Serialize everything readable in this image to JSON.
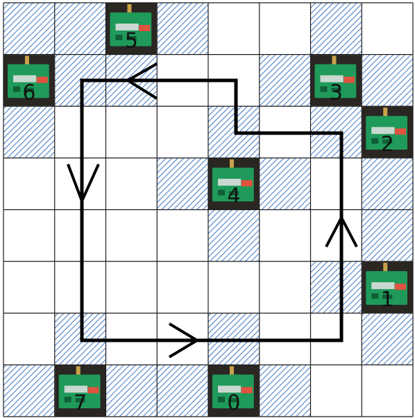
{
  "grid": {
    "rows": 8,
    "cols": 8,
    "hatched_cells": [
      [
        0,
        0
      ],
      [
        0,
        1
      ],
      [
        0,
        3
      ],
      [
        0,
        6
      ],
      [
        1,
        1
      ],
      [
        1,
        2
      ],
      [
        1,
        5
      ],
      [
        1,
        7
      ],
      [
        2,
        0
      ],
      [
        2,
        4
      ],
      [
        2,
        6
      ],
      [
        3,
        3
      ],
      [
        3,
        5
      ],
      [
        3,
        7
      ],
      [
        4,
        4
      ],
      [
        4,
        7
      ],
      [
        5,
        6
      ],
      [
        6,
        1
      ],
      [
        6,
        4
      ],
      [
        6,
        7
      ],
      [
        7,
        0
      ],
      [
        7,
        2
      ],
      [
        7,
        3
      ],
      [
        7,
        5
      ]
    ]
  },
  "nodes": [
    {
      "label": "0",
      "row": 7,
      "col": 4
    },
    {
      "label": "1",
      "row": 5,
      "col": 7
    },
    {
      "label": "2",
      "row": 2,
      "col": 7
    },
    {
      "label": "3",
      "row": 1,
      "col": 6
    },
    {
      "label": "4",
      "row": 3,
      "col": 4
    },
    {
      "label": "5",
      "row": 0,
      "col": 2
    },
    {
      "label": "6",
      "row": 1,
      "col": 0
    },
    {
      "label": "7",
      "row": 7,
      "col": 1
    }
  ],
  "colors": {
    "hatch": "#4a7fc8",
    "grid_line": "#1a1a1a",
    "path": "#000000",
    "board_green": "#1f9a5a",
    "board_dark": "#2a2723",
    "board_light": "#c9d8d0",
    "board_red": "#e0533f",
    "label": "#111111"
  },
  "path_description": "closed route"
}
